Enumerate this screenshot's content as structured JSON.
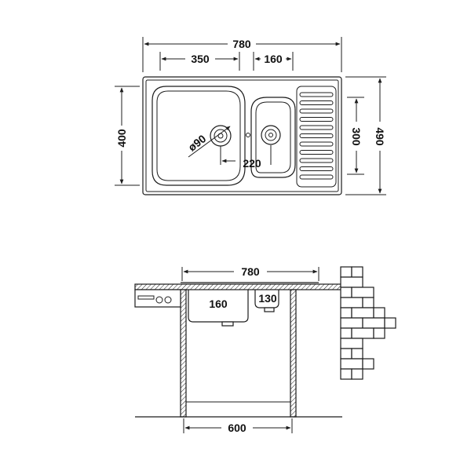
{
  "top_view": {
    "overall_width": "780",
    "big_bowl_width": "350",
    "small_bowl_width": "160",
    "bowl_height": "400",
    "drainboard_height": "300",
    "overall_depth": "490",
    "drain_diameter": "ø90",
    "drain_spacing": "220"
  },
  "side_view": {
    "overall_width": "780",
    "big_bowl_depth": "160",
    "small_bowl_depth": "130",
    "cabinet_width": "600"
  },
  "colors": {
    "line": "#1c1c1c",
    "background": "#ffffff"
  }
}
